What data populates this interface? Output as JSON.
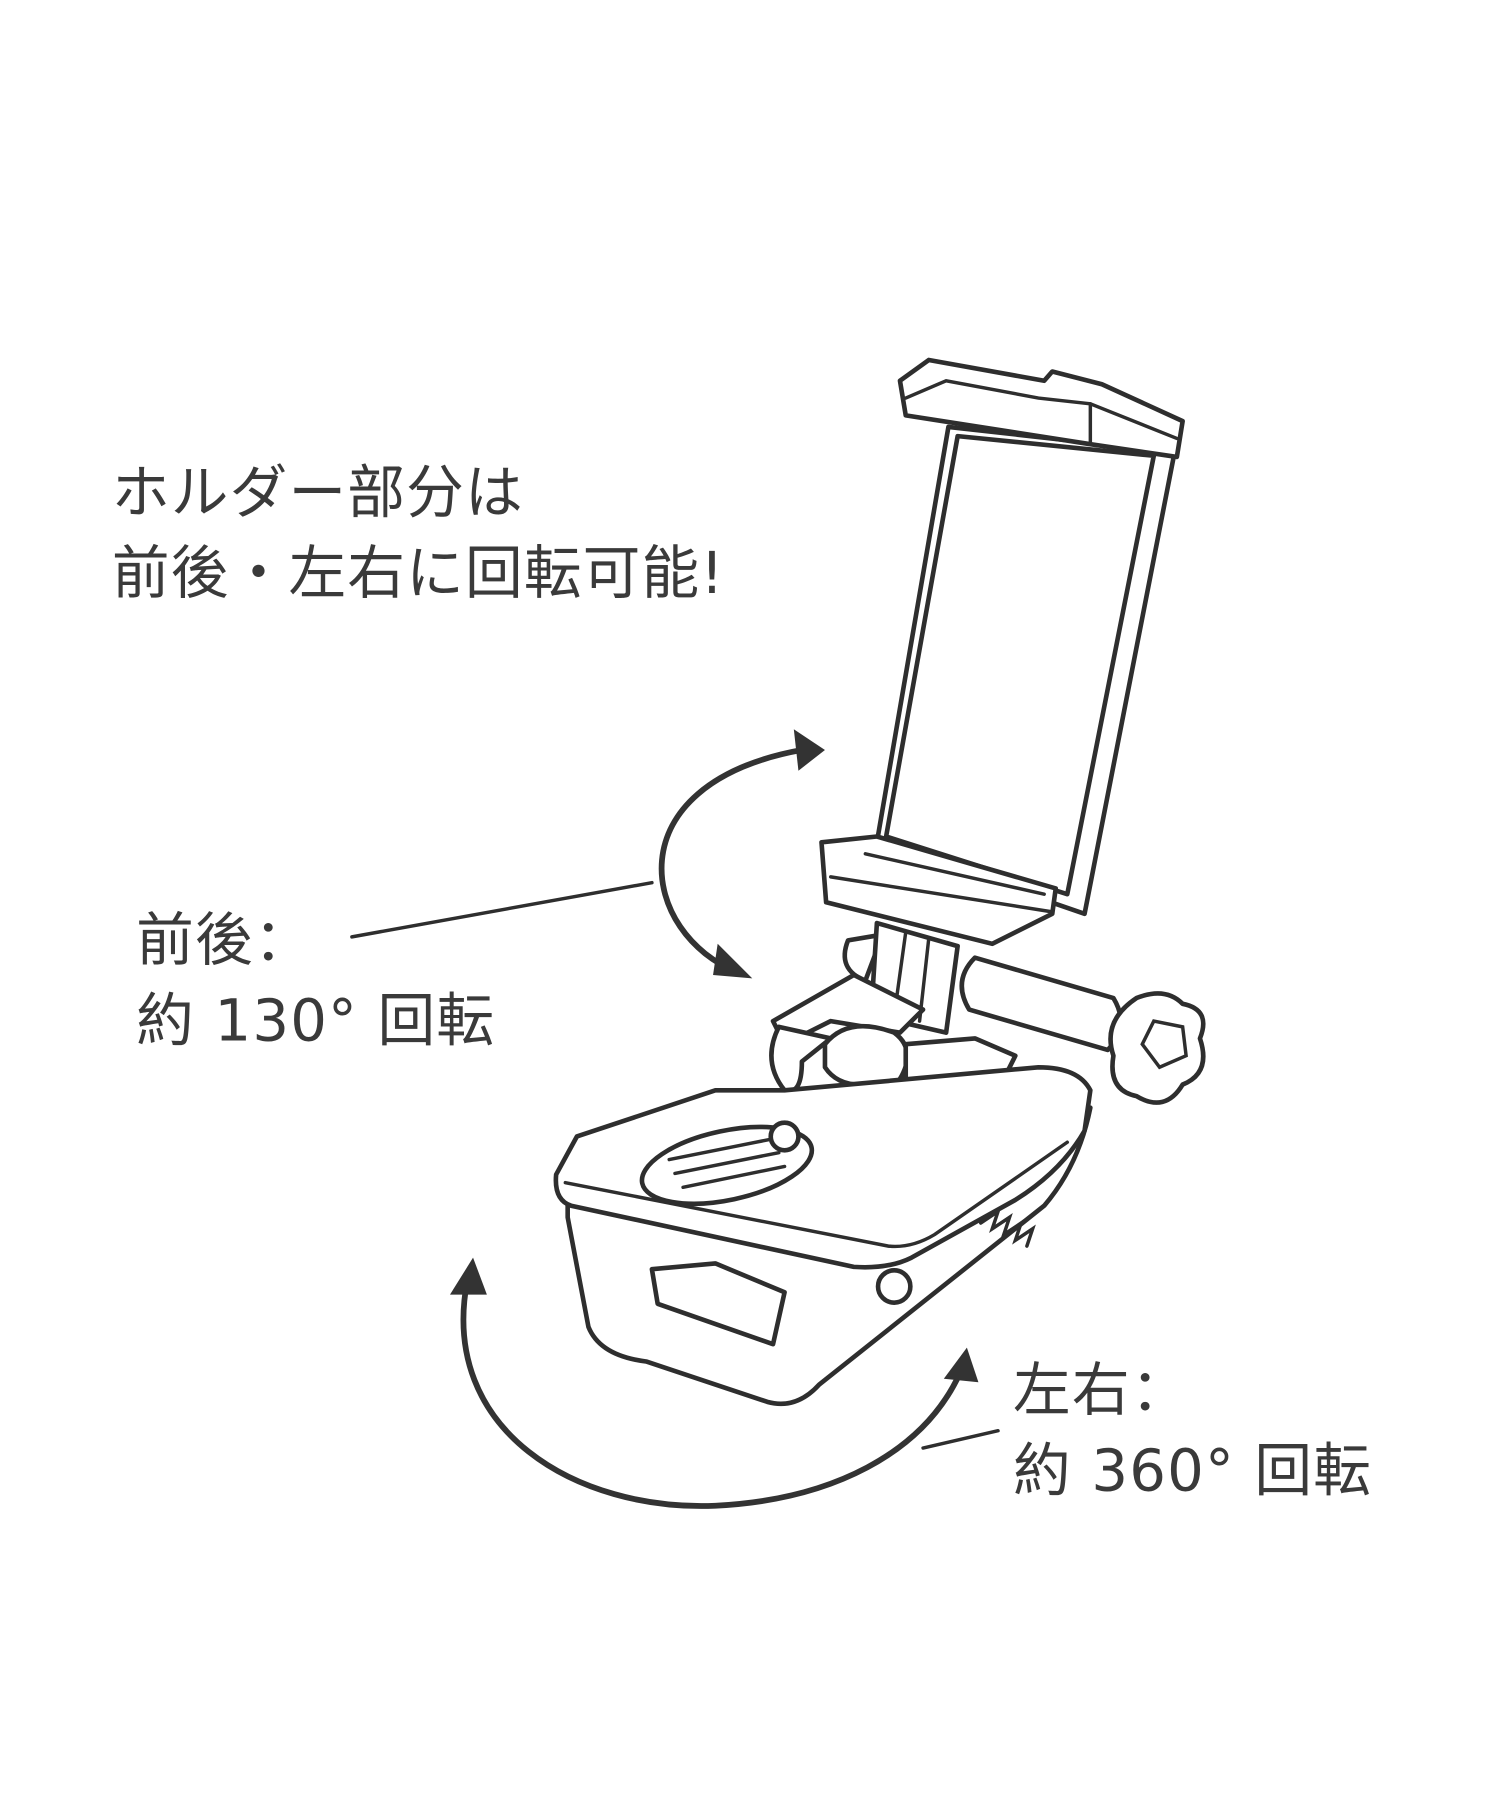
{
  "headline": {
    "line1": "ホルダー部分は",
    "line2": "前後・左右に回転可能!"
  },
  "tilt_label": {
    "line1": "前後：",
    "line2": "約 130° 回転"
  },
  "swivel_label": {
    "line1": "左右：",
    "line2": "約 360° 回転"
  },
  "colors": {
    "text": "#3a3a3a",
    "line": "#2e2e2e",
    "background": "#ffffff"
  }
}
